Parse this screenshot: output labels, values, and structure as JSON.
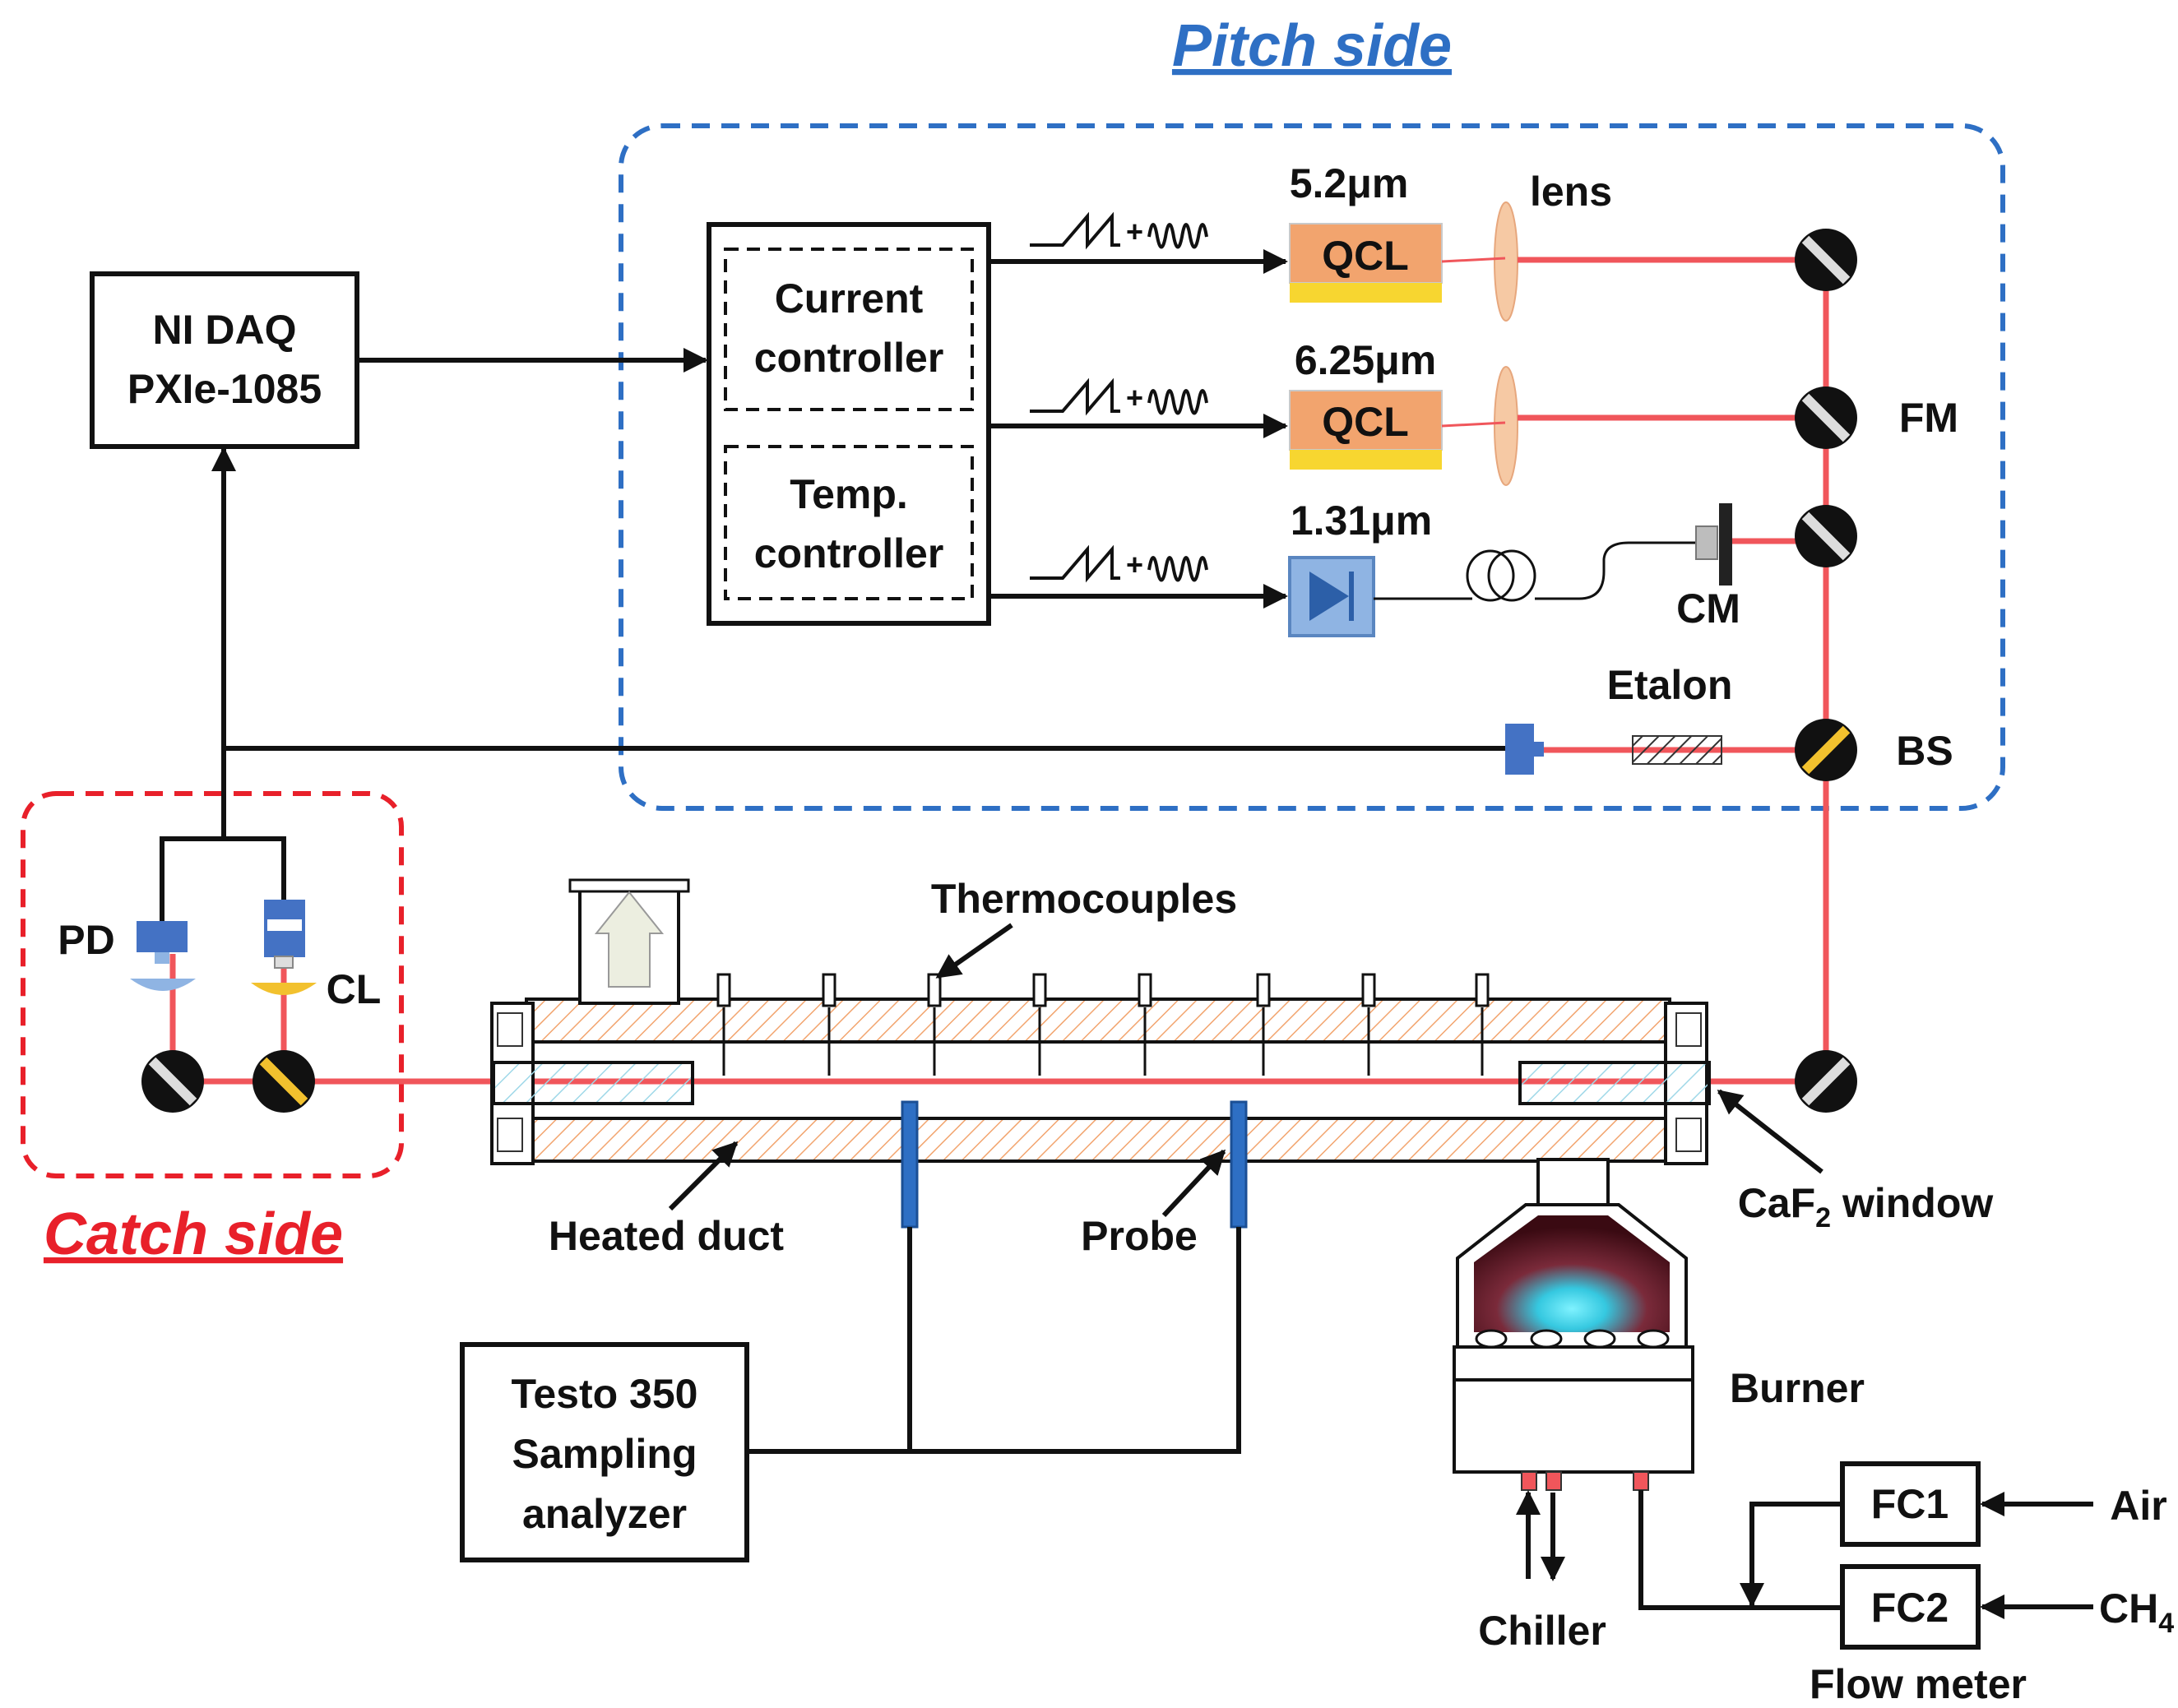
{
  "titles": {
    "pitch_side": "Pitch side",
    "catch_side": "Catch side"
  },
  "boxes": {
    "daq": [
      "NI DAQ",
      "PXIe-1085"
    ],
    "current_controller": [
      "Current",
      "controller"
    ],
    "temp_controller": [
      "Temp.",
      "controller"
    ],
    "testo": [
      "Testo 350",
      "Sampling",
      "analyzer"
    ],
    "fc1": "FC1",
    "fc2": "FC2"
  },
  "lasers": {
    "qcl_label": "QCL",
    "wavelength_1": "5.2μm",
    "wavelength_2": "6.25μm",
    "wavelength_3": "1.31μm"
  },
  "labels": {
    "lens": "lens",
    "fm": "FM",
    "cm": "CM",
    "etalon": "Etalon",
    "bs": "BS",
    "pd": "PD",
    "cl": "CL",
    "thermocouples": "Thermocouples",
    "heated_duct": "Heated duct",
    "probe": "Probe",
    "caf2_window_prefix": "CaF",
    "caf2_window_sub": "2",
    "caf2_window_suffix": " window",
    "burner": "Burner",
    "chiller": "Chiller",
    "flow_meter": "Flow meter",
    "air": "Air",
    "ch4_prefix": "CH",
    "ch4_sub": "4",
    "modulation_plus": "+"
  },
  "colors": {
    "pitch_border": "#2e6fc4",
    "catch_border": "#e8202a",
    "beam": "#f0565b",
    "qcl_body": "#f2a46e",
    "qcl_strip": "#f7d630",
    "lens": "#f6c9a4",
    "diode": "#8fb4e3",
    "photodetector": "#4472c4"
  }
}
